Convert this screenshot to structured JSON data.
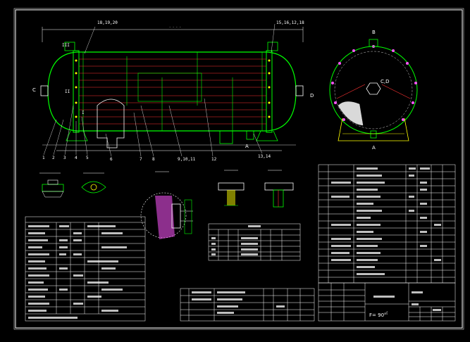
{
  "colors": {
    "background": "#000000",
    "frame": "#ffffff",
    "vessel": "#00ff00",
    "tubes": "#ff3333",
    "dims": "#ffffff",
    "tubesheet": "#ffff00",
    "hatch": "#ff55ff",
    "tables": "#ffffff"
  },
  "view_labels": {
    "c_left": "C",
    "d_right": "D",
    "b_top": "B",
    "a_bottom": "A",
    "cd_center": "C,D",
    "section_iii": "III",
    "part_i": "I",
    "part_ii": "II"
  },
  "callouts": {
    "top_left": "18,19,20",
    "top_right": "15,16,12,18",
    "bottom_right": "13,14",
    "bottom_row": [
      "1",
      "2",
      "3",
      "4",
      "5",
      "6",
      "7",
      "8",
      "9,10,11",
      "12"
    ]
  },
  "title_block": {
    "area_label": "F= 90",
    "area_unit": "㎡"
  }
}
